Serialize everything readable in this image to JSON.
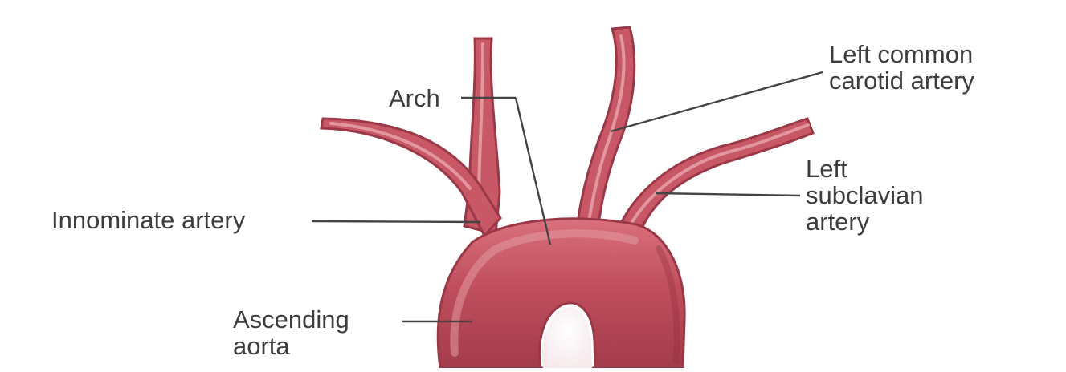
{
  "labels": {
    "arch": "Arch",
    "left_common_carotid": [
      "Left common",
      "carotid artery"
    ],
    "left_subclavian": [
      "Left",
      "subclavian",
      "artery"
    ],
    "innominate": "Innominate artery",
    "ascending_aorta": [
      "Ascending",
      "aorta"
    ]
  },
  "colors": {
    "vessel_fill": "#c14f5e",
    "vessel_highlight": "#e69ea6",
    "vessel_shadow": "#9a3847",
    "leader_line": "#444444",
    "label_text": "#3d3d3d",
    "background": "#ffffff"
  }
}
